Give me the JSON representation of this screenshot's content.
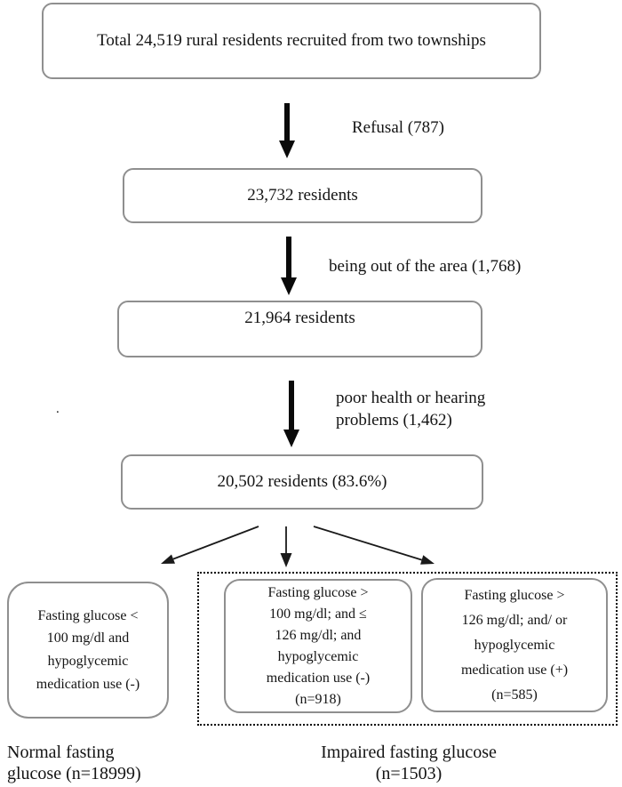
{
  "boxes": {
    "total": "Total 24,519 rural residents recruited from two townships",
    "after_refusal": "23,732 residents",
    "after_out_of_area": "21,964 residents",
    "final_sample": "20,502 residents (83.6%)",
    "normal_glucose": "Fasting glucose <\n100 mg/dl and\nhypoglycemic\nmedication use (-)",
    "ifg_no_medication": "Fasting glucose >\n100 mg/dl; and ≤\n126 mg/dl; and\nhypoglycemic\nmedication use (-)\n(n=918)",
    "ifg_or_medication": "Fasting glucose >\n126 mg/dl; and/ or\nhypoglycemic\nmedication use (+)\n(n=585)"
  },
  "exclusion_labels": {
    "refusal": "Refusal (787)",
    "out_of_area": "being out of the area (1,768)",
    "poor_health": "poor health or hearing\nproblems (1,462)"
  },
  "outcome_labels": {
    "normal": "Normal fasting\nglucose (n=18999)",
    "impaired": "Impaired fasting glucose\n(n=1503)"
  },
  "stray_mark": ".",
  "colors": {
    "box_border": "#8f8f8f",
    "dotted_border": "#000000",
    "text": "#141414",
    "arrow": "#0a0a0a"
  }
}
